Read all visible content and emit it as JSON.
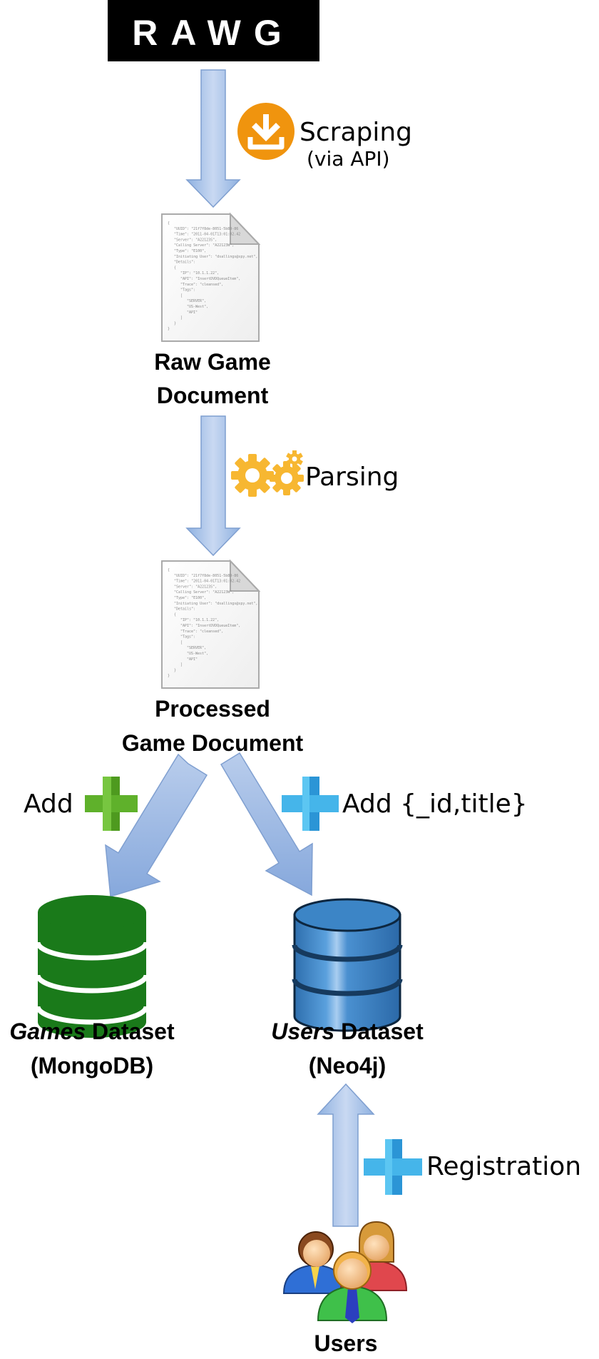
{
  "logo": {
    "text": "RAWG",
    "bg_color": "#000000",
    "text_color": "#ffffff"
  },
  "steps": {
    "scraping": {
      "label": "Scraping",
      "sublabel": "(via API)",
      "icon": "download-icon",
      "icon_color": "#f0940e"
    },
    "parsing": {
      "label": "Parsing",
      "icon": "gears-icon",
      "icon_color": "#f7b731"
    },
    "add_games": {
      "label": "Add",
      "icon": "green-plus-icon",
      "icon_color": "#5fb12b"
    },
    "add_users": {
      "label": "Add {_id,title}",
      "icon": "blue-plus-icon",
      "icon_color": "#45b5ea"
    },
    "registration": {
      "label": "Registration",
      "icon": "blue-plus-icon",
      "icon_color": "#45b5ea"
    }
  },
  "documents": {
    "raw": {
      "line1": "Raw Game",
      "line2": "Document"
    },
    "processed": {
      "line1": "Processed",
      "line2": "Game Document"
    }
  },
  "datasets": {
    "games": {
      "italic": "Games",
      "rest": " Dataset",
      "db": "(MongoDB)",
      "icon": "database-green-icon",
      "color": "#1a7a1a"
    },
    "users": {
      "italic": "Users",
      "rest": " Dataset",
      "db": "(Neo4j)",
      "icon": "database-blue-icon",
      "color": "#3b86c8"
    }
  },
  "users": {
    "label": "Users",
    "icon": "users-group-icon"
  },
  "doc_lines": [
    "{",
    "\"UUID\": \"21f7f8de-8051-5b89-86",
    "\"Time\": \"2011-04-01T13:01:02.42",
    "\"Server\": \"A22123S\",",
    "\"Calling Server\": \"A22123W\",",
    "\"Type\": \"E100\",",
    "\"Initiating User\": \"dsallings@spy.net\",",
    "\"Details\":",
    "{",
    "\"IP\": \"10.1.1.22\",",
    "\"API\": \"InsertDVDQueueItem\",",
    "\"Trace\": \"cleansed\",",
    "\"Tags\":",
    "[",
    "\"SERVER\",",
    "\"US-West\",",
    "\"API\"",
    "]",
    "}",
    "}"
  ]
}
